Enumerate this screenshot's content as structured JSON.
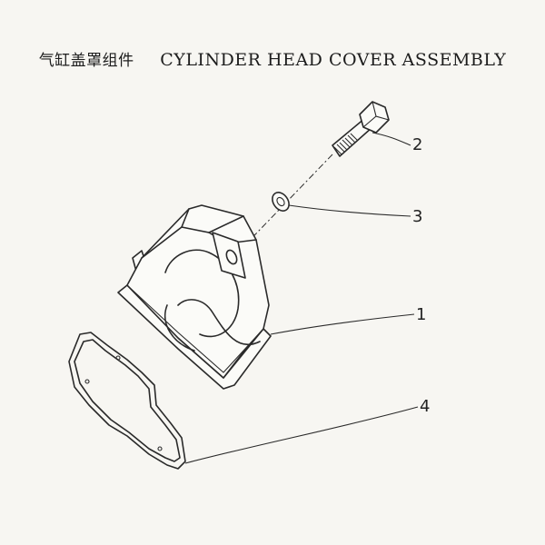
{
  "title": {
    "chinese": "气缸盖罩组件",
    "english": "CYLINDER HEAD COVER ASSEMBLY"
  },
  "callouts": [
    {
      "id": "cover",
      "label": "1"
    },
    {
      "id": "bolt",
      "label": "2"
    },
    {
      "id": "washer",
      "label": "3"
    },
    {
      "id": "gasket",
      "label": "4"
    }
  ],
  "colors": {
    "ink": "#2a2a2a",
    "paper": "#f7f6f2"
  }
}
